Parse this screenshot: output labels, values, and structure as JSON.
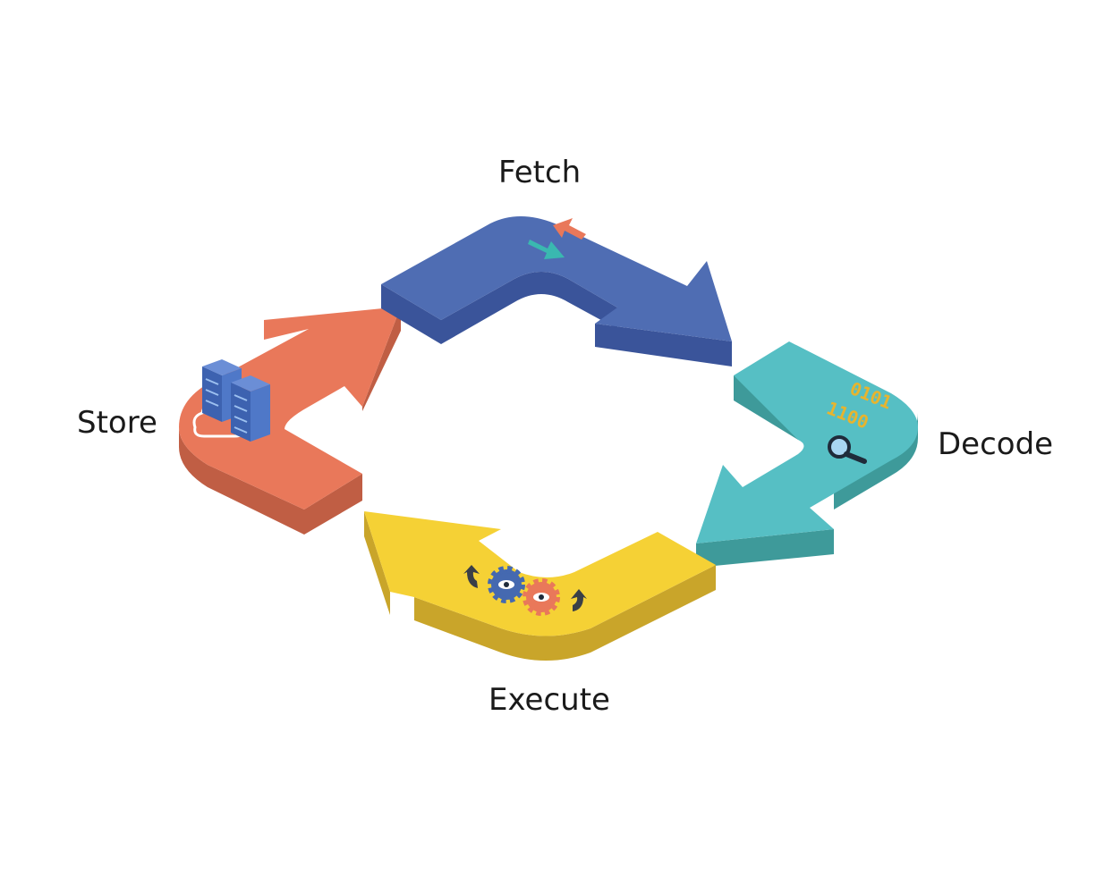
{
  "stages": {
    "fetch": {
      "label": "Fetch",
      "color": "#4f6db3",
      "side_color": "#3a549a"
    },
    "decode": {
      "label": "Decode",
      "color": "#56bfc4",
      "side_color": "#3e9a9a"
    },
    "execute": {
      "label": "Execute",
      "color": "#f5d135",
      "side_color": "#c9a52a"
    },
    "store": {
      "label": "Store",
      "color": "#e9785a",
      "side_color": "#c05e44"
    }
  },
  "icons": {
    "fetch": "transfer-arrows-icon",
    "decode": "binary-magnifier-icon",
    "execute": "gears-icon",
    "store": "cloud-server-icon"
  },
  "decode_bits": {
    "row1": "0101",
    "row2": "1100"
  }
}
